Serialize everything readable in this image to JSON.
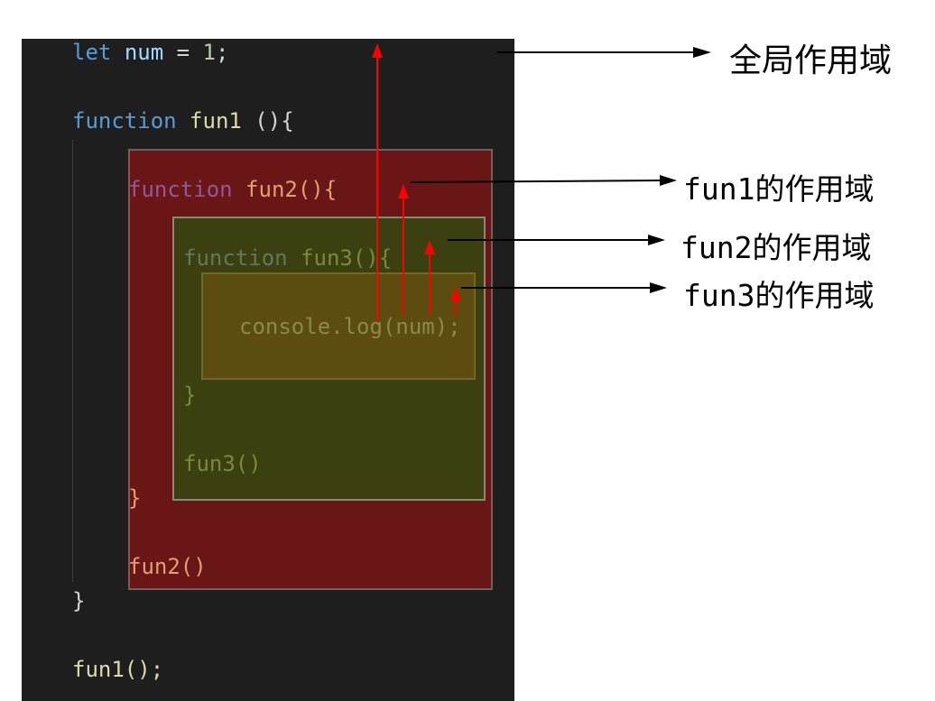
{
  "code": {
    "line1": {
      "kw": "let",
      "var": "num",
      "op": " = ",
      "num": "1",
      "end": ";"
    },
    "line2": {
      "kw": "function",
      "name": "fun1",
      "rest": " (){"
    },
    "line3": {
      "kw": "function",
      "name": "fun2",
      "rest": "(){"
    },
    "line4": {
      "kw": "function",
      "name": "fun3",
      "rest": "(){"
    },
    "line5": "console.log(num);",
    "line6": "}",
    "line7": "fun3()",
    "line8": "}",
    "line9": "fun2()",
    "line10": "}",
    "line11": "fun1();"
  },
  "labels": {
    "global": "全局作用域",
    "fun1": "fun1的作用域",
    "fun2": "fun2的作用域",
    "fun3": "fun3的作用域"
  },
  "colors": {
    "editor_bg": "#1e1e1e",
    "fun1_scope": "#6b1616",
    "fun2_scope": "#3c3f10",
    "fun3_scope": "#5d4c10",
    "arrow_red": "#ff0000",
    "pointer_black": "#000000"
  }
}
